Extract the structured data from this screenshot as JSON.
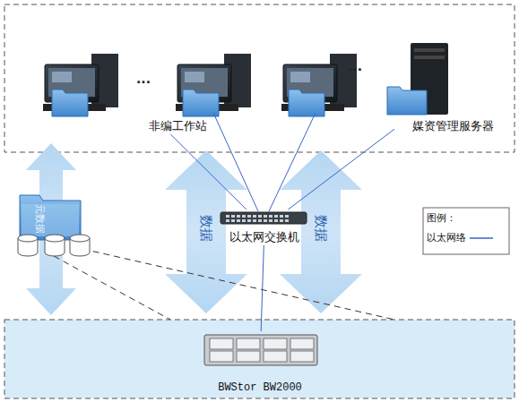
{
  "diagram": {
    "nodes": [
      {
        "text": [
          "非编工作站"
        ]
      },
      {
        "text": [
          "媒资管理服务器"
        ]
      },
      {
        "text": [
          "以太网交换机"
        ]
      },
      {
        "text": [
          "BWStor BW2000"
        ]
      }
    ],
    "edges": [
      {
        "from": 0,
        "to": 2,
        "arrow": "none"
      },
      {
        "from": 1,
        "to": 2,
        "arrow": "none"
      },
      {
        "from": 2,
        "to": 3,
        "arrow": "none"
      }
    ],
    "labels": [
      "...",
      "...",
      "数据",
      "数据",
      "元数据",
      "图例："
    ],
    "legend": [
      {
        "text": "以太网络"
      }
    ]
  }
}
